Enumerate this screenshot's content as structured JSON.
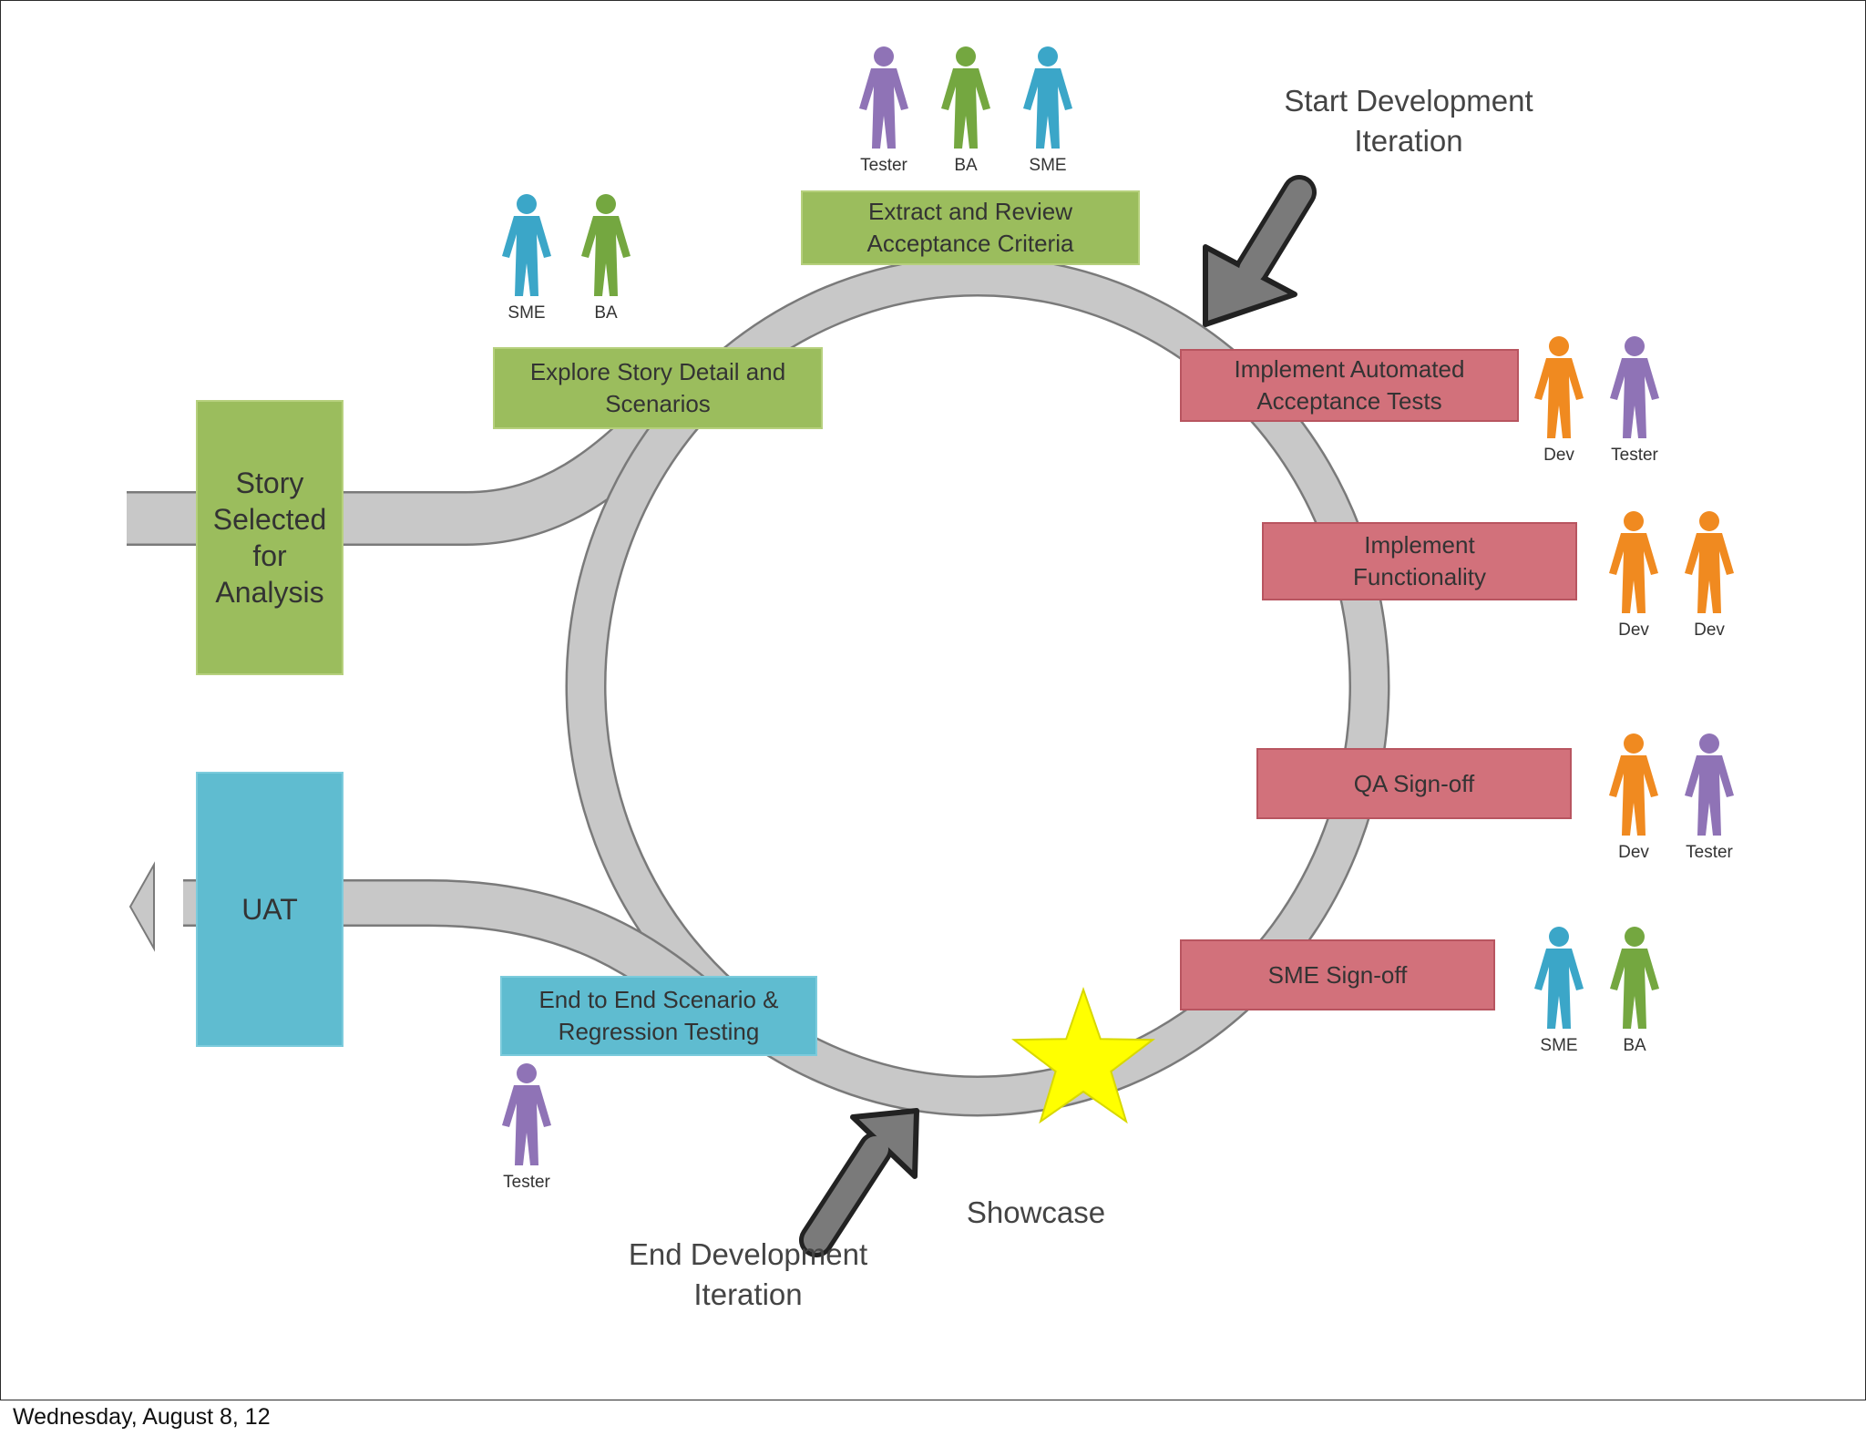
{
  "colors": {
    "track": "#c8c8c8",
    "track_edge": "#7a7a7a",
    "tester": "#8f73b6",
    "ba": "#74a740",
    "sme": "#3ba6c8",
    "dev": "#f08a20",
    "star": "#ffff00",
    "pointer": "#7a7a7a"
  },
  "side_boxes": {
    "story": "Story Selected for Analysis",
    "uat": "UAT"
  },
  "steps": {
    "explore": "Explore Story Detail and Scenarios",
    "extract": "Extract and Review Acceptance Criteria",
    "implement_tests": "Implement Automated Acceptance Tests",
    "implement_func": "Implement Functionality",
    "qa": "QA Sign-off",
    "sme_signoff": "SME Sign-off",
    "e2e": "End to End Scenario & Regression Testing"
  },
  "captions": {
    "start": "Start Development Iteration",
    "end": "End Development Iteration",
    "showcase": "Showcase"
  },
  "roles": {
    "explore": [
      {
        "label": "SME",
        "color": "sme"
      },
      {
        "label": "BA",
        "color": "ba"
      }
    ],
    "extract": [
      {
        "label": "Tester",
        "color": "tester"
      },
      {
        "label": "BA",
        "color": "ba"
      },
      {
        "label": "SME",
        "color": "sme"
      }
    ],
    "implement_tests": [
      {
        "label": "Dev",
        "color": "dev"
      },
      {
        "label": "Tester",
        "color": "tester"
      }
    ],
    "implement_func": [
      {
        "label": "Dev",
        "color": "dev"
      },
      {
        "label": "Dev",
        "color": "dev"
      }
    ],
    "qa": [
      {
        "label": "Dev",
        "color": "dev"
      },
      {
        "label": "Tester",
        "color": "tester"
      }
    ],
    "sme_signoff": [
      {
        "label": "SME",
        "color": "sme"
      },
      {
        "label": "BA",
        "color": "ba"
      }
    ],
    "e2e": [
      {
        "label": "Tester",
        "color": "tester"
      }
    ]
  },
  "footer": "Wednesday, August 8, 12"
}
